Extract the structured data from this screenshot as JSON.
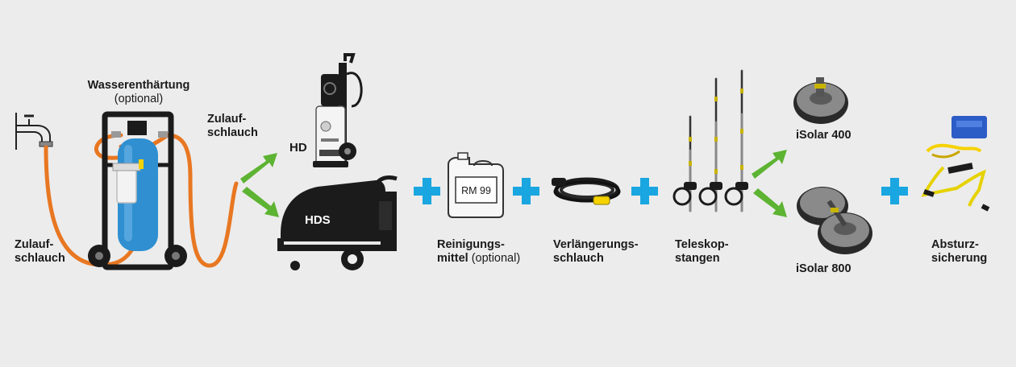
{
  "labels": {
    "water_softener": "Wasserenthärtung",
    "water_softener_note": "(optional)",
    "supply_hose_left_1": "Zulauf-",
    "supply_hose_left_2": "schlauch",
    "supply_hose_right_1": "Zulauf-",
    "supply_hose_right_2": "schlauch",
    "hd": "HD",
    "hds": "HDS",
    "rm99": "RM 99",
    "detergent_1": "Reinigungs-",
    "detergent_2": "mittel",
    "detergent_note": "(optional)",
    "extension_hose_1": "Verlängerungs-",
    "extension_hose_2": "schlauch",
    "telescopic_1": "Teleskop-",
    "telescopic_2": "stangen",
    "isolar400": "iSolar 400",
    "isolar800": "iSolar 800",
    "fall_protection_1": "Absturz-",
    "fall_protection_2": "sicherung"
  },
  "colors": {
    "background": "#ececec",
    "hose_orange": "#e87722",
    "plus_blue": "#1aa6e0",
    "arrow_green": "#5db332",
    "machine_black": "#1b1b1b",
    "tank_blue": "#2f8fd0",
    "accent_yellow": "#f5d200"
  },
  "icons": [
    "water-tap-icon",
    "water-softener-trolley-icon",
    "pressure-washer-hd-icon",
    "hot-water-washer-hds-icon",
    "detergent-canister-icon",
    "extension-hose-icon",
    "telescopic-lance-icon",
    "isolar-400-brush-icon",
    "isolar-800-brush-icon",
    "fall-protection-harness-icon",
    "plus-icon",
    "arrow-icon"
  ]
}
